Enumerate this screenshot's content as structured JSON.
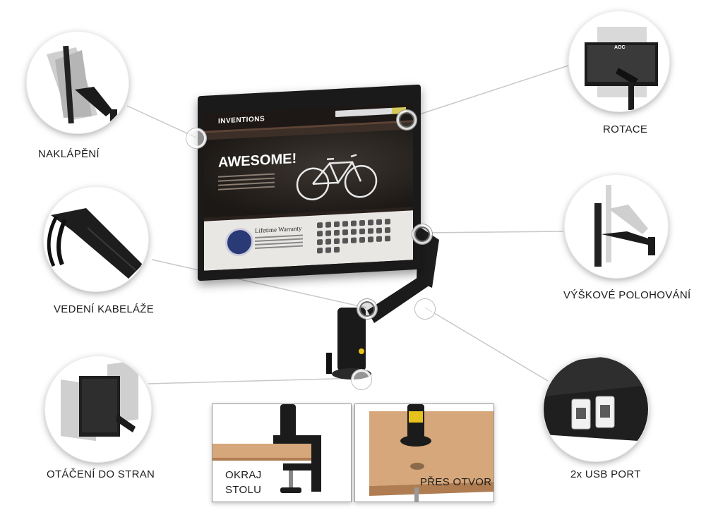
{
  "labels": {
    "tilt": "NAKLÁPĚNÍ",
    "cable": "VEDENÍ KABELÁŽE",
    "swivel": "OTÁČENÍ DO STRAN",
    "rotation": "ROTACE",
    "height": "VÝŠKOVÉ POLOHOVÁNÍ",
    "usb": "2x USB PORT",
    "clamp_line1": "OKRAJ",
    "clamp_line2": "STOLU",
    "grommet": "PŘES OTVOR"
  },
  "monitor_screen": {
    "site_logo": "INVENTIONS",
    "hero_title": "AWESOME!",
    "warranty_title": "Lifetime Warranty",
    "rotation_brand": "AOC"
  },
  "colors": {
    "arm": "#1b1b1b",
    "desk": "#d6a77a",
    "desk_edge": "#b07d52",
    "callout_line": "#c8c8c8",
    "accent_yellow": "#e8c21c"
  }
}
